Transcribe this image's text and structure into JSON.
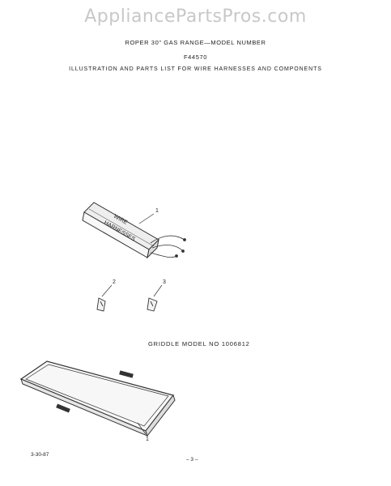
{
  "watermark": "AppliancePartsPros.com",
  "header": {
    "line1": "ROPER 30\" GAS RANGE—MODEL NUMBER",
    "line2": "F44570",
    "line3": "ILLUSTRATION AND PARTS LIST FOR WIRE HARNESSES AND COMPONENTS"
  },
  "harness": {
    "box_text_1": "WIRE",
    "box_text_2": "HARNESSES",
    "callout": "1"
  },
  "terminals": [
    {
      "callout": "2"
    },
    {
      "callout": "3"
    }
  ],
  "griddle": {
    "label": "GRIDDLE MODEL NO 1006812",
    "callout": "1"
  },
  "footer": {
    "date": "3-30-87",
    "page": "– 3 –"
  }
}
